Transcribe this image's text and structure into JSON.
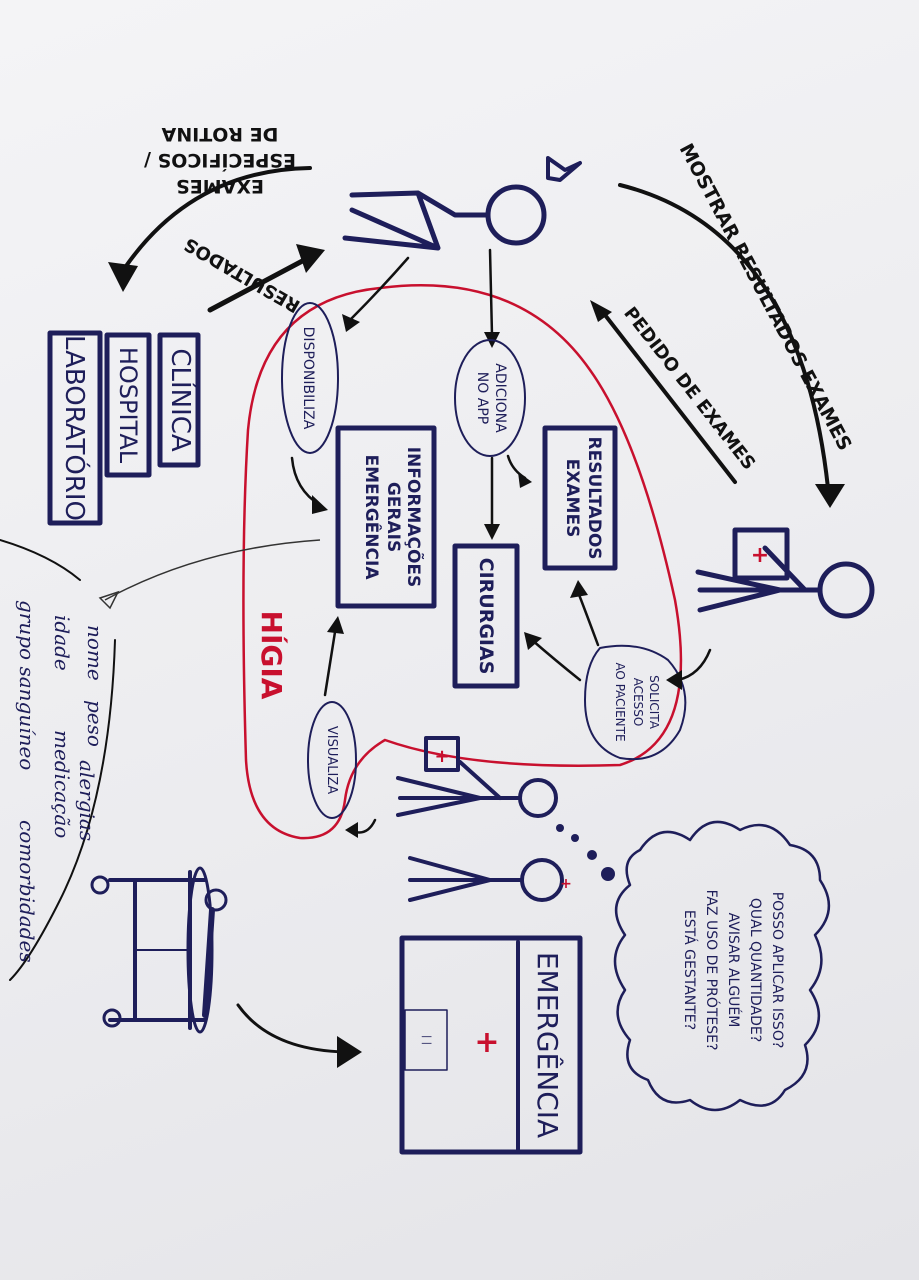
{
  "labels": {
    "exames_1": "EXAMES",
    "exames_2": "ESPECÍFICOS /",
    "exames_3": "DE ROTINA",
    "resultados": "RESULTADOS",
    "mostrar": "MOSTRAR RESULTADOS EXAMES",
    "pedido": "PEDIDO DE EXAMES",
    "clinica": "CLÍNICA",
    "hospital": "HOSPITAL",
    "laboratorio": "LABORATÓRIO",
    "disponibiliza": "DISPONIBILIZA",
    "adiciona_1": "ADICIONA",
    "adiciona_2": "NO APP",
    "info_1": "INFORMAÇÕES",
    "info_2": "GERAIS",
    "info_3": "EMERGÊNCIA",
    "resultados_box_1": "RESULTADOS",
    "resultados_box_2": "EXAMES",
    "cirurgias": "CIRURGIAS",
    "solicita_1": "SOLICITA",
    "solicita_2": "ACESSO",
    "solicita_3": "AO PACIENTE",
    "visualiza": "VISUALIZA",
    "higia": "HÍGIA",
    "note_1": "nome",
    "note_2": "peso",
    "note_3": "alergias",
    "note_4": "idade",
    "note_5": "medicação",
    "note_6": "grupo sanguíneo",
    "note_7": "comorbidades",
    "thought_1": "POSSO APLICAR ISSO?",
    "thought_2": "QUAL QUANTIDADE?",
    "thought_3": "AVISAR ALGUÉM",
    "thought_4": "FAZ USO DE PRÓTESE?",
    "thought_5": "ESTÁ GESTANTE?",
    "emergencia": "EMERGÊNCIA",
    "door": "| |",
    "cross": "+"
  },
  "colors": {
    "ink": "#1e1e5a",
    "black": "#111111",
    "red": "#c8102e",
    "paper": "#f0f0f2"
  }
}
